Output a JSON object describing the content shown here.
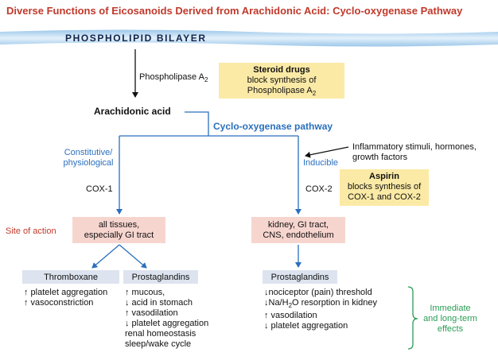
{
  "title": "Diverse Functions of Eicosanoids Derived from Arachidonic Acid: Cyclo-oxygenase Pathway",
  "membrane_label": "PHOSPHOLIPID BILAYER",
  "phospholipase": {
    "text": "Phospholipase A",
    "sub": "2"
  },
  "steroid_box": {
    "title": "Steroid drugs",
    "line2": "block synthesis of",
    "line3": "Phospholipase A",
    "line3_sub": "2"
  },
  "arachidonic_acid": "Arachidonic acid",
  "pathway_label": "Cyclo-oxygenase pathway",
  "left_branch": {
    "line1": "Constitutive/",
    "line2": "physiological",
    "enzyme": "COX-1"
  },
  "right_branch": {
    "label": "Inducible",
    "enzyme": "COX-2"
  },
  "stimuli": {
    "line1": "Inflammatory stimuli, hormones,",
    "line2": "growth factors"
  },
  "aspirin_box": {
    "title": "Aspirin",
    "line2": "blocks synthesis of",
    "line3": "COX-1 and COX-2"
  },
  "site_of_action": "Site of action",
  "left_site": {
    "line1": "all tissues,",
    "line2": "especially GI tract"
  },
  "right_site": {
    "line1": "kidney, GI tract,",
    "line2": "CNS, endothelium"
  },
  "thromboxane": {
    "header": "Thromboxane",
    "items": [
      "↑ platelet aggregation",
      "↑ vasoconstriction"
    ]
  },
  "prostaglandins_left": {
    "header": "Prostaglandins",
    "items": [
      "↑ mucous,",
      "↓ acid in stomach",
      "↑ vasodilation",
      "↓ platelet aggregation",
      "renal homeostasis",
      "sleep/wake cycle"
    ]
  },
  "prostaglandins_right": {
    "header": "Prostaglandins",
    "item1": "↓nociceptor (pain) threshold",
    "item2_a": "↓Na/H",
    "item2_sub": "2",
    "item2_b": "O resorption in kidney",
    "item3": "↑ vasodilation",
    "item4": "↓ platelet aggregation"
  },
  "effects_label": {
    "line1": "Immediate",
    "line2": "and long-term",
    "line3": "effects"
  },
  "colors": {
    "title_red": "#c0392b",
    "pathway_blue": "#2a6fbd",
    "steroid_yellow": "#fbeaa6",
    "site_pink": "#f7d5cf",
    "header_lavender": "#dde4ef",
    "effects_green": "#2a9d55"
  }
}
